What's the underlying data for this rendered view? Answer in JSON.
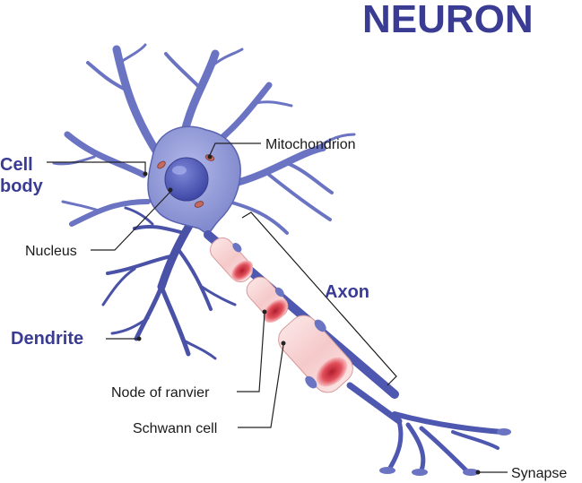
{
  "title": "NEURON",
  "labels": {
    "cell_body_line1": "Cell",
    "cell_body_line2": "body",
    "mitochondrion": "Mitochondrion",
    "nucleus": "Nucleus",
    "axon": "Axon",
    "dendrite": "Dendrite",
    "node_of_ranvier": "Node of ranvier",
    "schwann_cell": "Schwann cell",
    "synapse": "Synapse"
  },
  "colors": {
    "title": "#3a3c94",
    "neuron_body": "#8e97d6",
    "neuron_outline": "#5a63b0",
    "dendrite": "#4a52a8",
    "nucleus": "#4d57b8",
    "myelin": "#f7d0d0",
    "node_red": "#e0555f"
  }
}
